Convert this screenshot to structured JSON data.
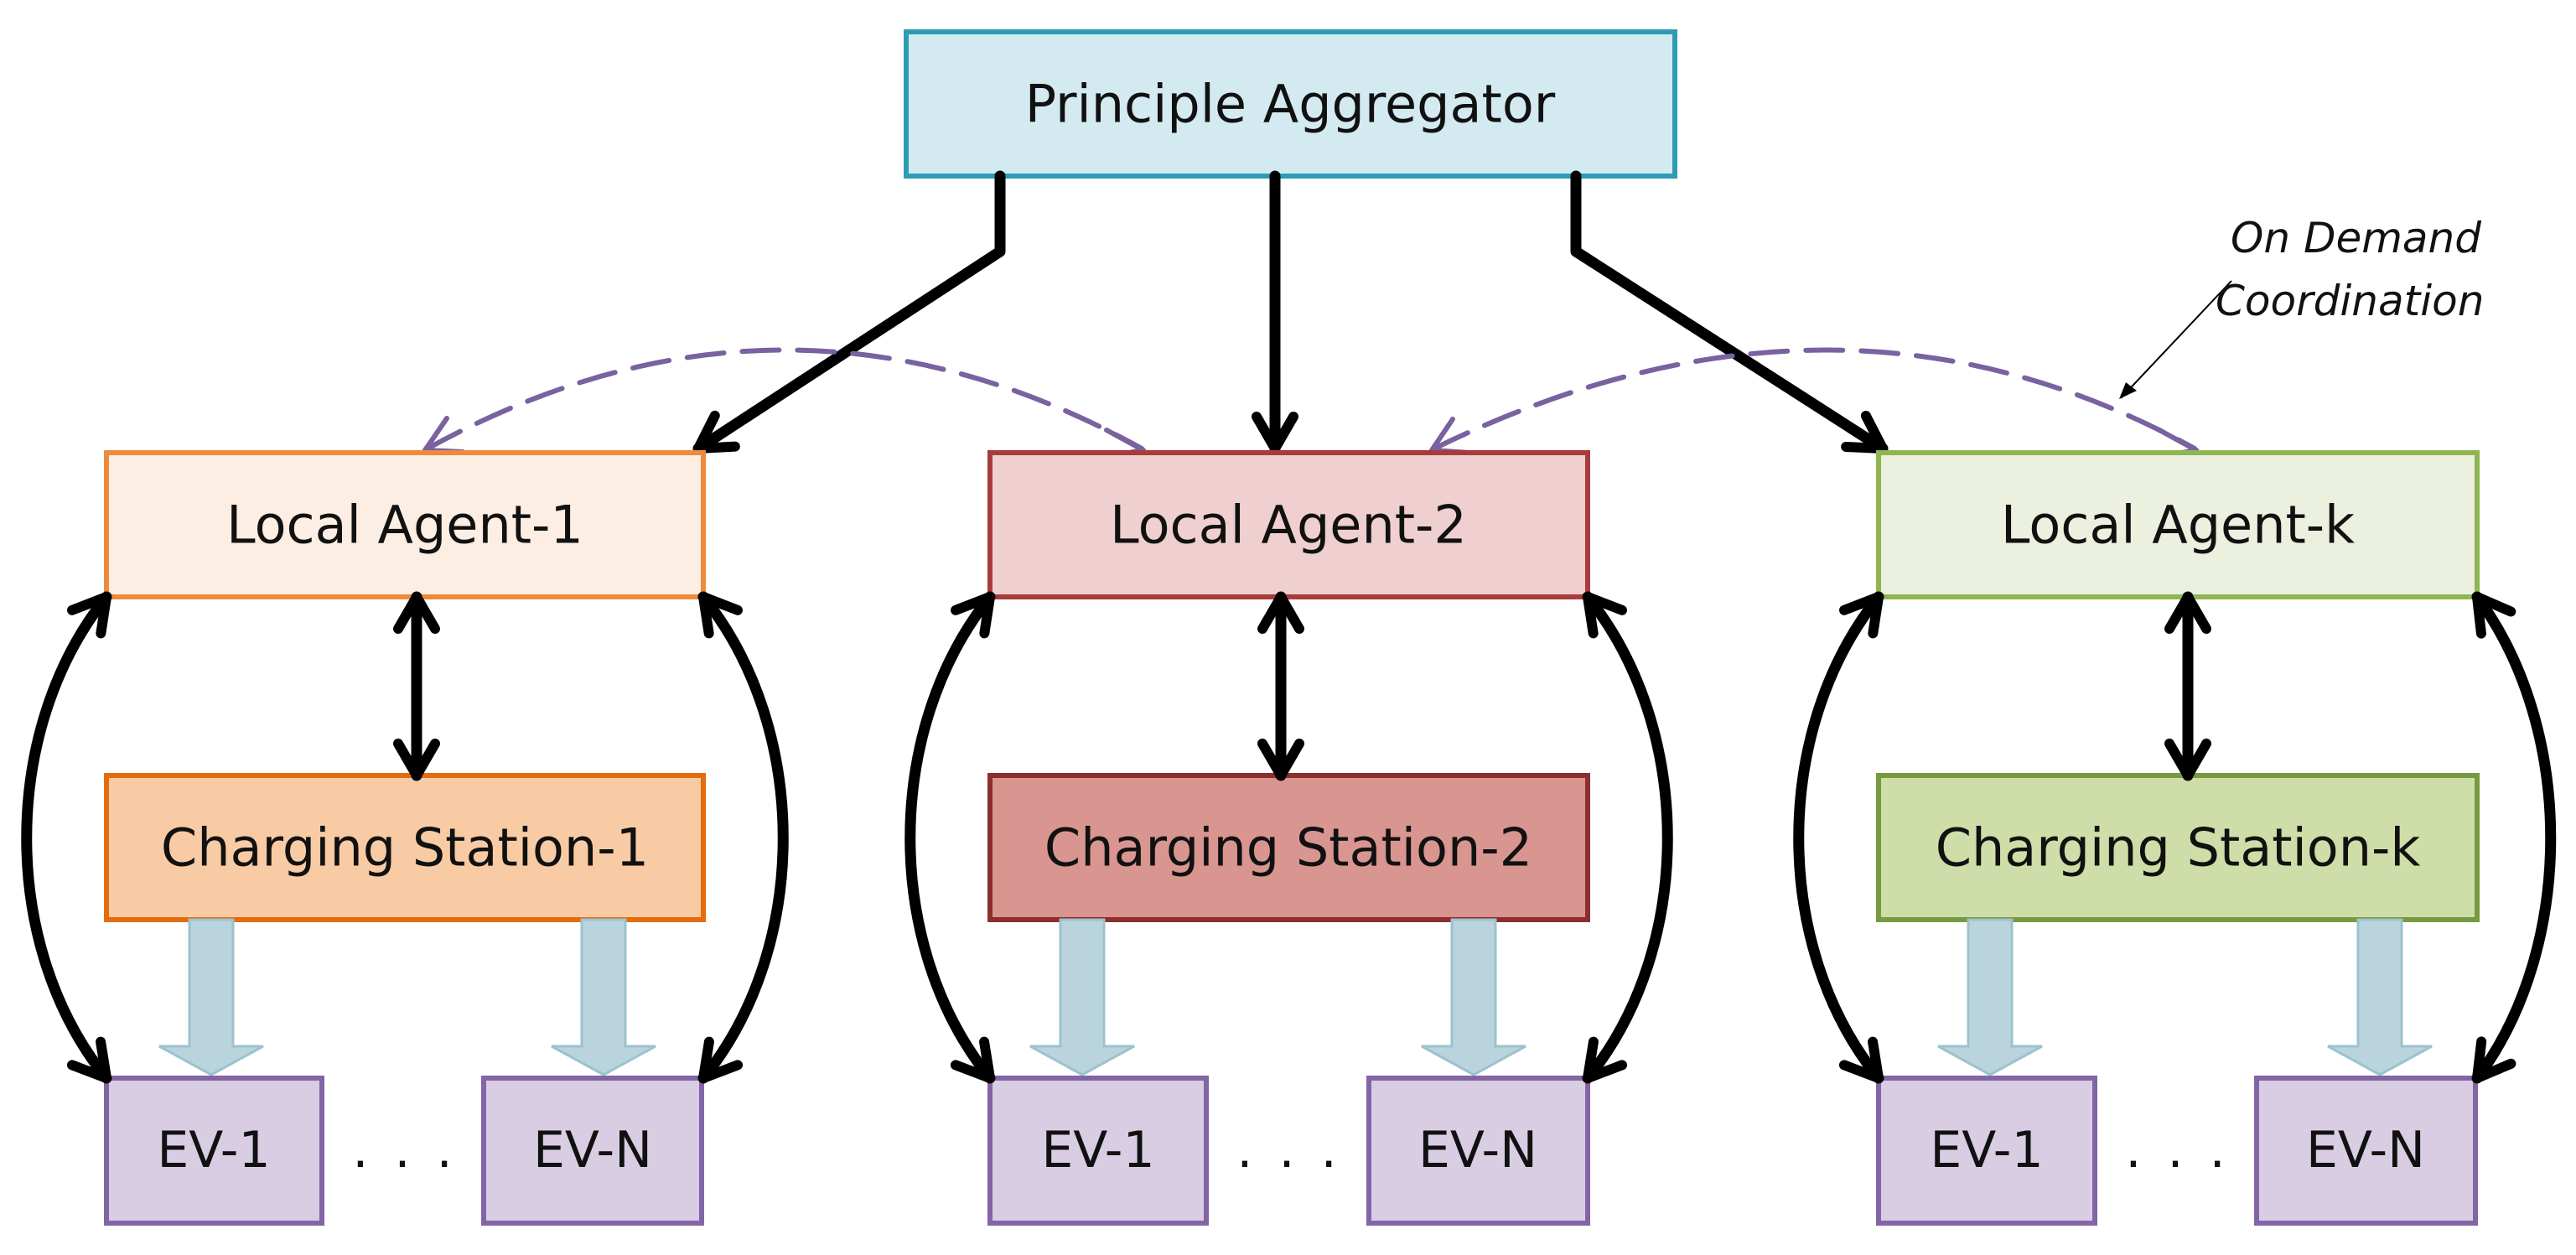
{
  "diagram": {
    "aggregator": {
      "label": "Principle Aggregator",
      "fill": "#d3eaf1",
      "stroke": "#2e9cb4"
    },
    "groups": [
      {
        "agent_label": "Local Agent-1",
        "station_label": "Charging Station-1",
        "agent_fill": "#fdeee3",
        "agent_stroke": "#ee8a3c",
        "station_fill": "#f9cba5",
        "station_stroke": "#e56b10",
        "evs": [
          "EV-1",
          "EV-N"
        ],
        "ellipsis": ". . ."
      },
      {
        "agent_label": "Local Agent-2",
        "station_label": "Charging Station-2",
        "agent_fill": "#efcfcf",
        "agent_stroke": "#a93b3b",
        "station_fill": "#d9958f",
        "station_stroke": "#8b2e2e",
        "evs": [
          "EV-1",
          "EV-N"
        ],
        "ellipsis": ". . ."
      },
      {
        "agent_label": "Local Agent-k",
        "station_label": "Charging Station-k",
        "agent_fill": "#ebf0df",
        "agent_stroke": "#90b553",
        "station_fill": "#cfdda8",
        "station_stroke": "#769a40",
        "evs": [
          "EV-1",
          "EV-N"
        ],
        "ellipsis": ". . ."
      }
    ],
    "ev_fill": "#d8cde3",
    "ev_stroke": "#8365a6",
    "supply_arrow_fill": "#b9d4dc",
    "supply_arrow_stroke": "#9cc2ce",
    "coordination_color": "#7a619f",
    "annotation": {
      "line1": "On Demand",
      "line2": "Coordination"
    }
  }
}
